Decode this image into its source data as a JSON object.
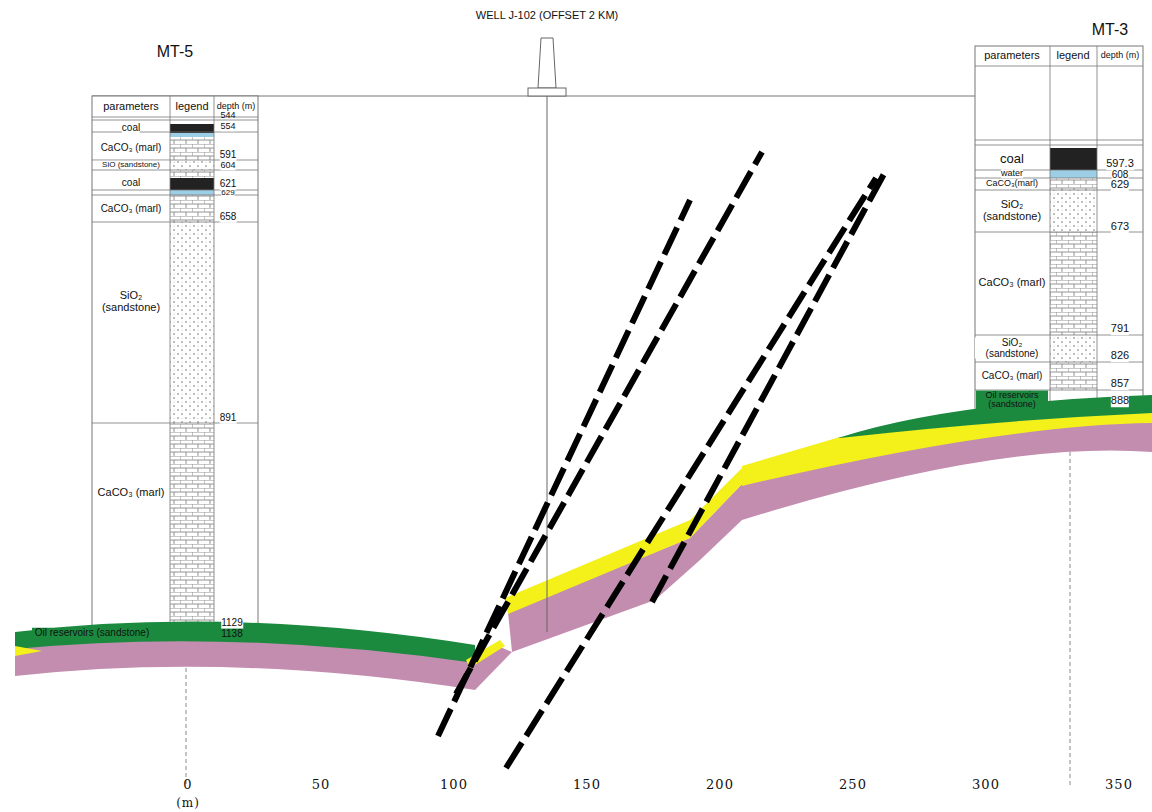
{
  "diagram": {
    "labels": [
      "MT-5",
      "parameters",
      "legend",
      "depth (m)",
      "544",
      "554",
      "coal",
      "CaCO₃ (marl)",
      "591",
      "SiO (sandstone)",
      "604",
      "coal",
      "621",
      "629",
      "CaCO₃ (marl)",
      "658",
      "SiO₂ (sandstone)",
      "891",
      "CaCO₃ (marl)",
      "1129",
      "Oil reservoirs (sandstone)",
      "1138",
      "WELL J-102 (OFFSET 2 KM)",
      "MT-3",
      "parameters",
      "legend",
      "depth (m)",
      "coal",
      "597.3",
      "water",
      "608",
      "CaCO₃(marl)",
      "629",
      "SiO₂ (sandstone)",
      "673",
      "CaCO₃ (marl)",
      "791",
      "SiO₂ (sandstone)",
      "826",
      "CaCO₃ (marl)",
      "857",
      "Oil reservoirs (sandstone)",
      "888",
      "0",
      "50",
      "100",
      "150",
      "200",
      "250",
      "300",
      "350",
      "(m)"
    ]
  }
}
